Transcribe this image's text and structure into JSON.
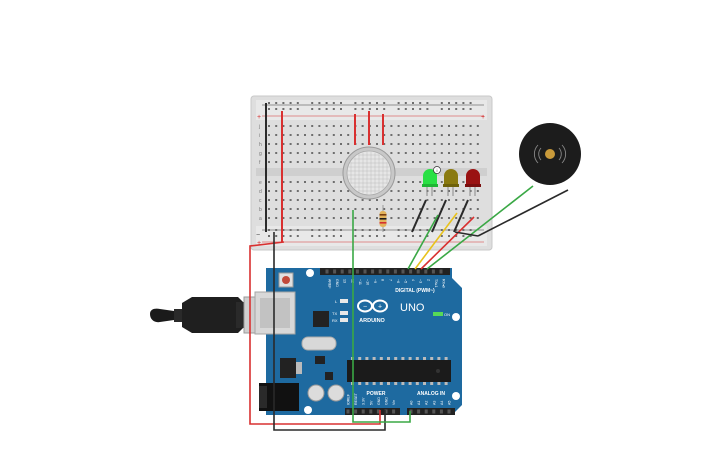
{
  "colors": {
    "board_blue": "#1e6aa0",
    "board_blue_dark": "#155580",
    "breadboard": "#e2e2e2",
    "rail_red": "#d43030",
    "rail_blue": "#3a3a3a",
    "wire_red": "#d93030",
    "wire_black": "#2a2a2a",
    "wire_green": "#3aa845",
    "wire_yellow": "#e8c21c",
    "wire_orange": "#e87d1c",
    "led_green": "#29e044",
    "led_yellow": "#8a7a10",
    "led_red": "#9a1212",
    "buzzer": "#222222",
    "buzzer_center": "#c99a3a"
  },
  "arduino": {
    "brand": "ARDUINO",
    "model": "UNO",
    "digital_header": "DIGITAL (PWM~)",
    "power_header": "POWER",
    "analog_header": "ANALOG IN",
    "on_label": "ON",
    "l_label": "L",
    "tx_label": "TX",
    "rx_label": "RX",
    "digital_pins": [
      "AREF",
      "GND",
      "13",
      "12",
      "~11",
      "~10",
      "~9",
      "8",
      "7",
      "~6",
      "~5",
      "4",
      "~3",
      "2",
      "TX▸1",
      "RX◂0"
    ],
    "power_pins": [
      "IOREF",
      "RESET",
      "3.3V",
      "5V",
      "GND",
      "GND",
      "Vin"
    ],
    "analog_pins": [
      "A0",
      "A1",
      "A2",
      "A3",
      "A4",
      "A5"
    ]
  },
  "breadboard": {
    "row_letters_top": [
      "j",
      "i",
      "h",
      "g",
      "f"
    ],
    "row_letters_bottom": [
      "e",
      "d",
      "c",
      "b",
      "a"
    ],
    "rail_plus": "+",
    "rail_minus": "−"
  },
  "components": {
    "gas_sensor": "gas-sensor",
    "leds": [
      "green",
      "yellow",
      "red"
    ],
    "buzzer": "piezo-buzzer",
    "resistor": "resistor"
  }
}
